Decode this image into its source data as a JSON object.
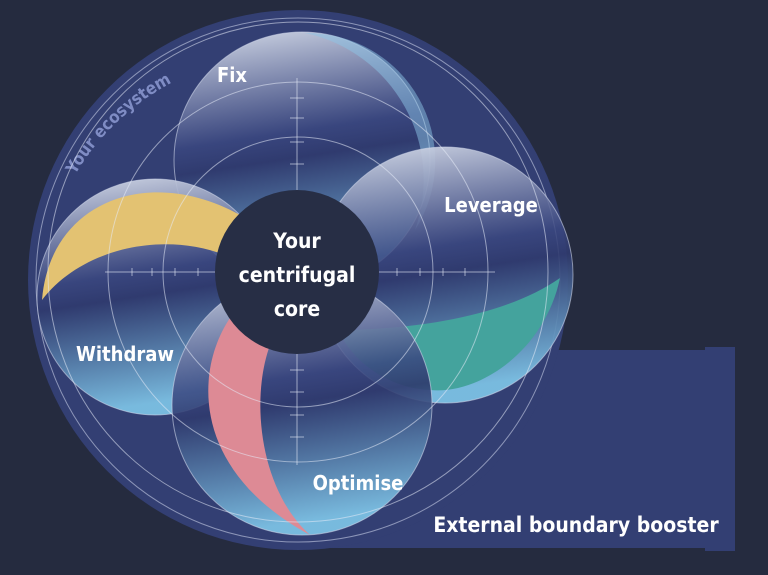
{
  "ecosystem_label": "Your ecosystem",
  "core": {
    "line1": "Your",
    "line2": "centrifugal",
    "line3": "core"
  },
  "petals": {
    "fix": "Fix",
    "leverage": "Leverage",
    "withdraw": "Withdraw",
    "optimise": "Optimise"
  },
  "booster_label": "External boundary booster",
  "colors": {
    "background": "#252b3f",
    "ecosystem": "#333f73",
    "core": "#272e45",
    "yellow": "#e3c272",
    "teal": "#44a39d",
    "pink": "#dd8a95",
    "ecosystem_text": "#7f8cc4"
  }
}
